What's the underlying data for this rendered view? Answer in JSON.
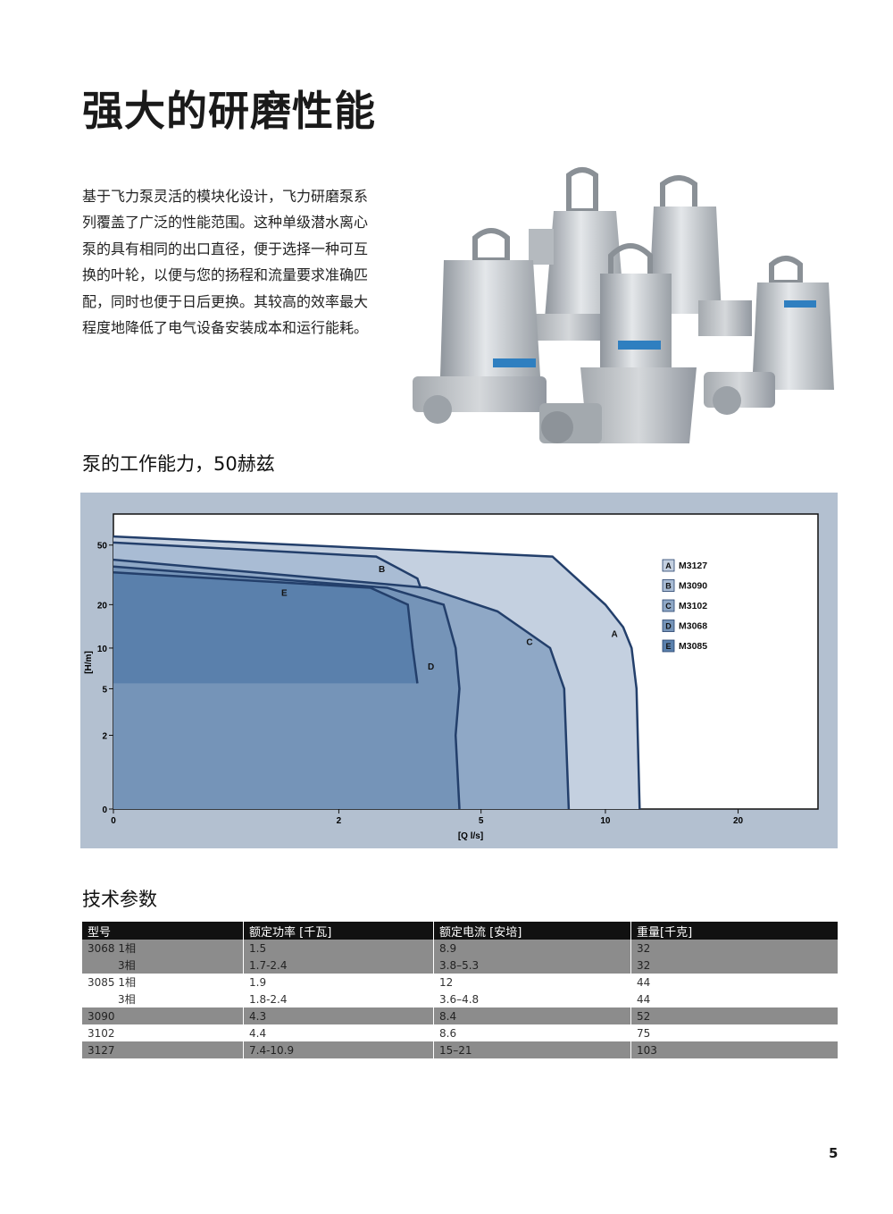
{
  "page": {
    "title": "强大的研磨性能",
    "intro": "基于飞力泵灵活的模块化设计，飞力研磨泵系列覆盖了广泛的性能范围。这种单级潜水离心泵的具有相同的出口直径，便于选择一种可互换的叶轮，以便与您的扬程和流量要求准确匹配，同时也便于日后更换。其较高的效率最大程度地降低了电气设备安装成本和运行能耗。",
    "curve_heading": "泵的工作能力，50赫兹",
    "spec_heading": "技术参数",
    "page_number": "5"
  },
  "chart_data": {
    "type": "area",
    "xlabel": "[Q l/s]",
    "ylabel": "[H/m]",
    "x_scale": "log",
    "y_scale": "log",
    "x_ticks": [
      "0",
      "2",
      "5",
      "10",
      "20"
    ],
    "y_ticks": [
      "50",
      "20",
      "10",
      "5",
      "2",
      "0"
    ],
    "xlim": [
      0,
      30
    ],
    "ylim": [
      0,
      80
    ],
    "grid": false,
    "legend_position": "top-right",
    "series": [
      {
        "name": "M3127",
        "letter": "A",
        "color": "#c4d0e0",
        "edge": "#233f6b",
        "points": [
          [
            0,
            57
          ],
          [
            7.5,
            42
          ],
          [
            10,
            20
          ],
          [
            11,
            14
          ],
          [
            11.5,
            10
          ],
          [
            11.8,
            5
          ],
          [
            12,
            0
          ]
        ]
      },
      {
        "name": "M3090",
        "letter": "B",
        "color": "#a9bcd4",
        "edge": "#233f6b",
        "points": [
          [
            0,
            52
          ],
          [
            2.6,
            42
          ],
          [
            3.4,
            30
          ],
          [
            3.6,
            20
          ],
          [
            3.7,
            10
          ],
          [
            3.8,
            5
          ],
          [
            3.8,
            0
          ]
        ]
      },
      {
        "name": "M3102",
        "letter": "C",
        "color": "#8fa8c6",
        "edge": "#233f6b",
        "points": [
          [
            0,
            40
          ],
          [
            3.6,
            26
          ],
          [
            5.5,
            18
          ],
          [
            7.4,
            10
          ],
          [
            8,
            5
          ],
          [
            8.2,
            0
          ]
        ]
      },
      {
        "name": "M3068",
        "letter": "D",
        "color": "#7594b8",
        "edge": "#233f6b",
        "points": [
          [
            0,
            36
          ],
          [
            2.8,
            26
          ],
          [
            4,
            20
          ],
          [
            4.3,
            10
          ],
          [
            4.4,
            5
          ],
          [
            4.3,
            2
          ],
          [
            4.4,
            0
          ]
        ]
      },
      {
        "name": "M3085",
        "letter": "E",
        "color": "#5a80ac",
        "edge": "#233f6b",
        "points": [
          [
            0,
            33
          ],
          [
            2.5,
            26
          ],
          [
            3.2,
            20
          ],
          [
            3.3,
            10
          ],
          [
            3.4,
            5.5
          ]
        ]
      }
    ]
  },
  "specs": {
    "headers": [
      "型号",
      "额定功率 [千瓦]",
      "额定电流 [安培]",
      "重量[千克]"
    ],
    "rows": [
      {
        "model": "3068 1相",
        "power": "1.5",
        "current": "8.9",
        "weight": "32"
      },
      {
        "model": "3相",
        "power": "1.7-2.4",
        "current": "3.8–5.3",
        "weight": "32"
      },
      {
        "model": "3085 1相",
        "power": "1.9",
        "current": "12",
        "weight": "44"
      },
      {
        "model": "3相",
        "power": "1.8-2.4",
        "current": "3.6–4.8",
        "weight": "44"
      },
      {
        "model": "3090",
        "power": "4.3",
        "current": "8.4",
        "weight": "52"
      },
      {
        "model": "3102",
        "power": "4.4",
        "current": "8.6",
        "weight": "75"
      },
      {
        "model": "3127",
        "power": "7.4-10.9",
        "current": "15–21",
        "weight": "103"
      }
    ]
  }
}
